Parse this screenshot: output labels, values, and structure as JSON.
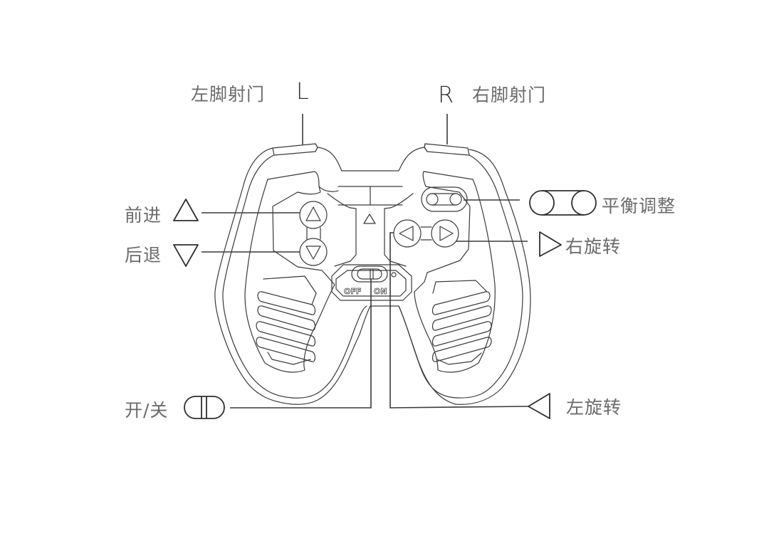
{
  "diagram": {
    "title": "Remote controller button layout",
    "top_labels": {
      "left_shoulder_letter": "L",
      "left_shoulder_text": "左脚射门",
      "right_shoulder_letter": "R",
      "right_shoulder_text": "右脚射门"
    },
    "left_labels": {
      "forward": "前进",
      "backward": "后退",
      "power": "开/关"
    },
    "right_labels": {
      "balance": "平衡调整",
      "rotate_right": "右旋转",
      "rotate_left": "左旋转"
    },
    "switch_text": {
      "off": "OFF",
      "on": "ON"
    },
    "icons": {
      "forward": "triangle-up-icon",
      "backward": "triangle-down-icon",
      "rotate_right": "triangle-right-icon",
      "rotate_left": "triangle-left-icon",
      "balance": "double-circle-pill-icon",
      "power": "slide-switch-icon"
    },
    "colors": {
      "line": "#3a3a3a",
      "label_text": "#6b6b6b",
      "background": "#ffffff"
    }
  }
}
